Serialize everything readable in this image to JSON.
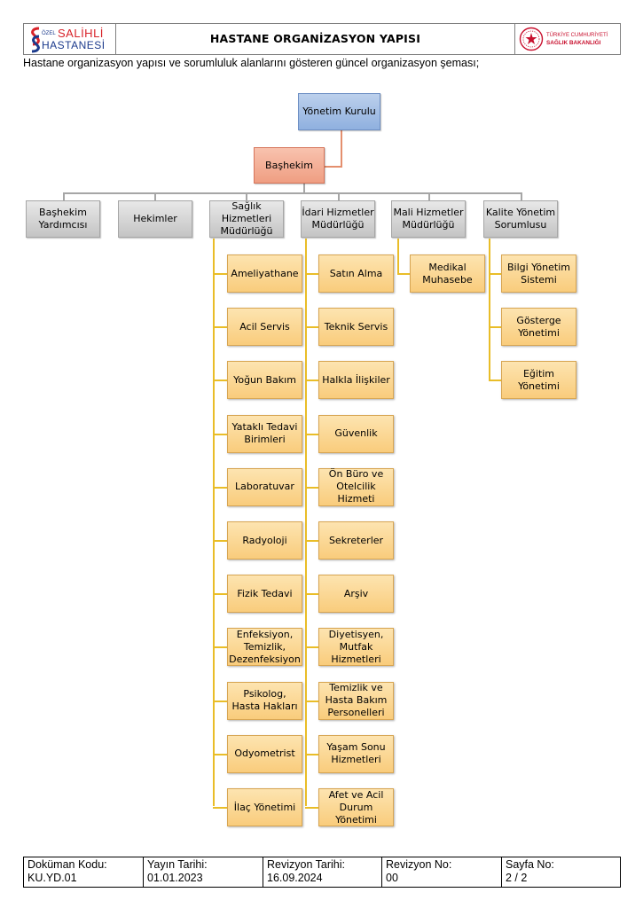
{
  "header": {
    "logo_left": {
      "ozel": "ÖZEL",
      "salihli": "SALİHLİ",
      "hastanesi": "HASTANESİ"
    },
    "title": "HASTANE ORGANİZASYON YAPISI",
    "logo_right": {
      "line1": "TÜRKİYE CUMHURİYETİ",
      "line2": "SAĞLIK BAKANLIĞI"
    }
  },
  "intro": "Hastane organizasyon yapısı ve sorumluluk alanlarını gösteren güncel organizasyon şeması;",
  "org": {
    "board": "Yönetim Kurulu",
    "chief": "Başhekim",
    "departments": [
      {
        "label": "Başhekim\nYardımcısı",
        "children": []
      },
      {
        "label": "Hekimler",
        "children": []
      },
      {
        "label": "Sağlık Hizmetleri\nMüdürlüğü",
        "children": [
          "Ameliyathane",
          "Acil Servis",
          "Yoğun Bakım",
          "Yataklı Tedavi\nBirimleri",
          "Laboratuvar",
          "Radyoloji",
          "Fizik Tedavi",
          "Enfeksiyon,\nTemizlik,\nDezenfeksiyon",
          "Psikolog,\nHasta Hakları",
          "Odyometrist",
          "İlaç Yönetimi"
        ]
      },
      {
        "label": "İdari Hizmetler\nMüdürlüğü",
        "children": [
          "Satın Alma",
          "Teknik Servis",
          "Halkla İlişkiler",
          "Güvenlik",
          "Ön Büro ve\nOtelcilik Hizmeti",
          "Sekreterler",
          "Arşiv",
          "Diyetisyen,\nMutfak\nHizmetleri",
          "Temizlik ve\nHasta Bakım\nPersonelleri",
          "Yaşam Sonu\nHizmetleri",
          "Afet ve Acil\nDurum Yönetimi"
        ]
      },
      {
        "label": "Mali Hizmetler\nMüdürlüğü",
        "children": [
          "Medikal\nMuhasebe"
        ]
      },
      {
        "label": "Kalite Yönetim\nSorumlusu",
        "children": [
          "Bilgi Yönetim\nSistemi",
          "Gösterge\nYönetimi",
          "Eğitim Yönetimi"
        ]
      }
    ]
  },
  "footer": [
    {
      "label": "Doküman Kodu:",
      "value": "KU.YD.01"
    },
    {
      "label": "Yayın Tarihi:",
      "value": "01.01.2023"
    },
    {
      "label": "Revizyon Tarihi:",
      "value": "16.09.2024"
    },
    {
      "label": "Revizyon No:",
      "value": "00"
    },
    {
      "label": "Sayfa No:",
      "value": "2 / 2"
    }
  ]
}
